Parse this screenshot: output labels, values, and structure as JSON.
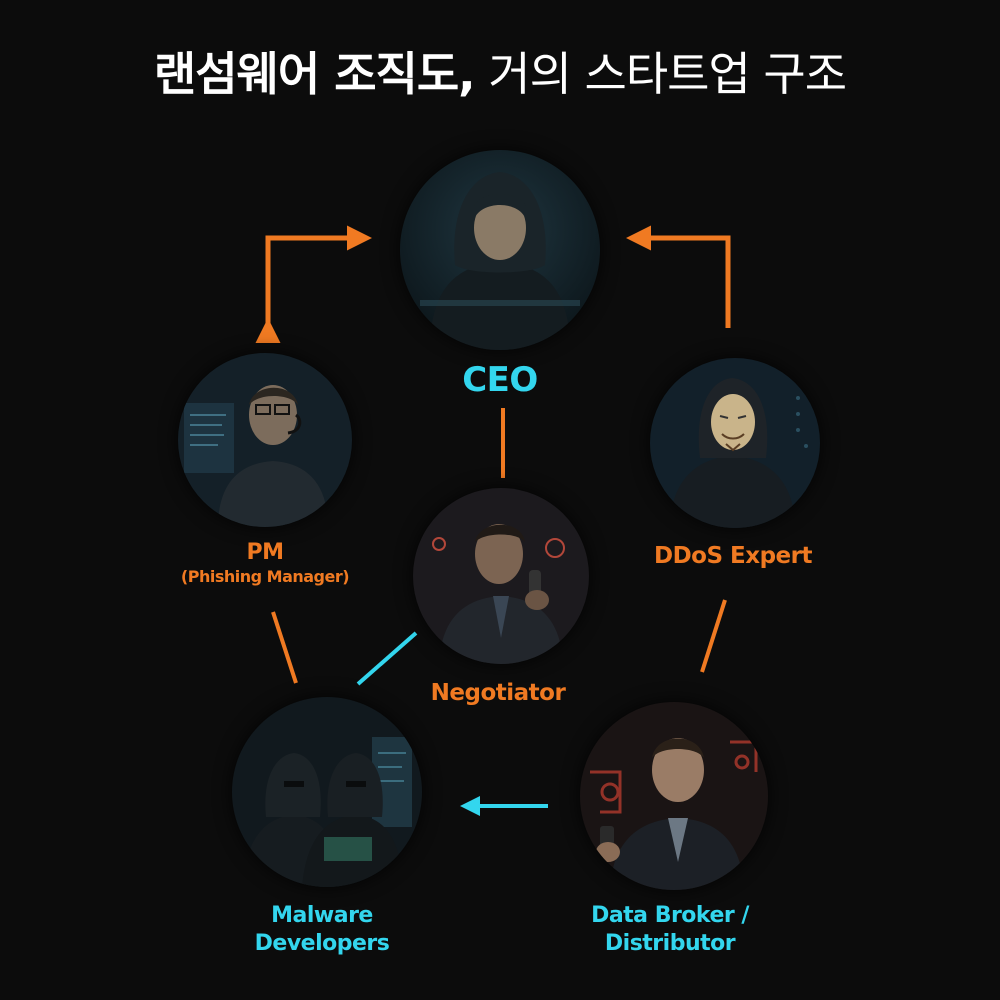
{
  "title": {
    "bold": "랜섬웨어 조직도,",
    "light": " 거의 스타트업 구조"
  },
  "colors": {
    "orange": "#f07a22",
    "cyan": "#33d6ee",
    "background": "#0c0c0c"
  },
  "nodes": {
    "ceo": {
      "label": "CEO",
      "figure": "hooded-figure-icon"
    },
    "pm": {
      "label": "PM",
      "sublabel": "(Phishing Manager)",
      "figure": "headset-operator-icon"
    },
    "ddos": {
      "label": "DDoS Expert",
      "figure": "masked-figure-icon"
    },
    "negotiator": {
      "label": "Negotiator",
      "figure": "phone-caller-icon"
    },
    "malware": {
      "label_line1": "Malware",
      "label_line2": "Developers",
      "figure": "hooded-group-icon"
    },
    "broker": {
      "label_line1": "Data Broker /",
      "label_line2": "Distributor",
      "figure": "suit-with-phone-icon"
    }
  }
}
